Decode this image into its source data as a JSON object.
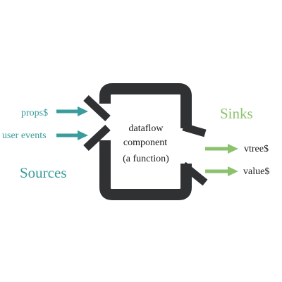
{
  "colors": {
    "box": "#2f3133",
    "source": "#3a9c9c",
    "sink": "#8cc26e",
    "text": "#1c1c1c",
    "background": "#ffffff"
  },
  "component": {
    "line1": "dataflow",
    "line2": "component",
    "line3": "(a function)"
  },
  "sources": {
    "title": "Sources",
    "inputs": [
      {
        "label": "props$"
      },
      {
        "label": "user events"
      }
    ]
  },
  "sinks": {
    "title": "Sinks",
    "outputs": [
      {
        "label": "vtree$"
      },
      {
        "label": "value$"
      }
    ]
  }
}
